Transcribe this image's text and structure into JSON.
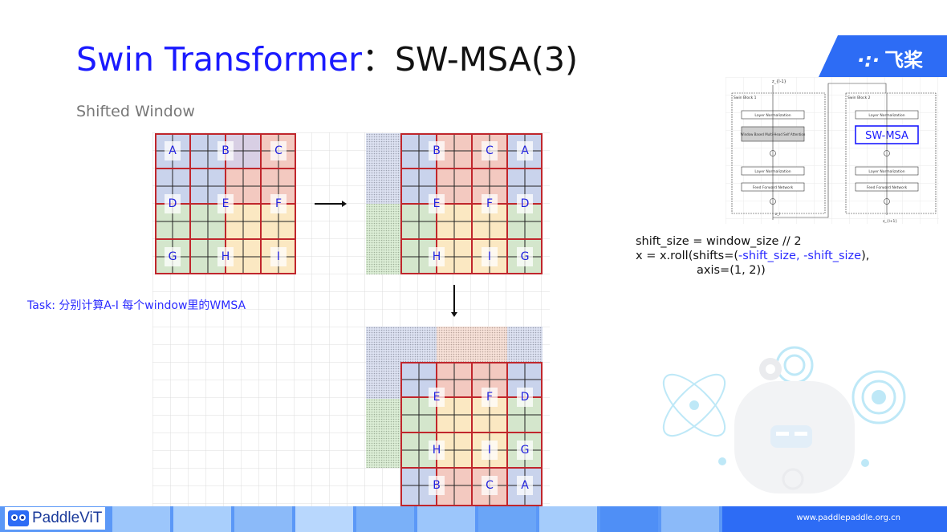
{
  "title": {
    "main": "Swin Transformer",
    "sep": "：",
    "sub": "SW-MSA(3)"
  },
  "subtitle": "Shifted Window",
  "task": "Task: 分别计算A-I 每个window里的WMSA",
  "code": {
    "line1": "shift_size = window_size // 2",
    "line2_a": "x = x.roll(shifts=(",
    "line2_b": "-shift_size, -shift_size",
    "line2_c": "),",
    "line3": "axis=(1, 2))"
  },
  "logo": {
    "text": "飞桨",
    "mark": "·:·"
  },
  "footer": {
    "brand": "PaddleViT",
    "url": "www.paddlepaddle.org.cn"
  },
  "grids": {
    "original": [
      "A",
      "B",
      "C",
      "D",
      "E",
      "F",
      "G",
      "H",
      "I"
    ],
    "shifted": [
      "B",
      "C",
      "A",
      "E",
      "F",
      "D",
      "H",
      "I",
      "G"
    ],
    "rolled": [
      "E",
      "F",
      "D",
      "H",
      "I",
      "G",
      "B",
      "C",
      "A"
    ]
  },
  "diagram": {
    "input_label": "z_{l-1}",
    "block1": "Swin Block 1",
    "block2": "Swin Block 2",
    "ln": "Layer Normalization",
    "wmsa": "Window Based Multi-Head Self Attention",
    "swmsa": "SW-MSA",
    "ffn": "Feed Forward Network",
    "out1": "z_l",
    "out2": "z_{l+1}"
  },
  "colors": {
    "accent": "#1a1aff",
    "grid_red": "#c0262c",
    "footer_blue": "#2d6cf5"
  }
}
